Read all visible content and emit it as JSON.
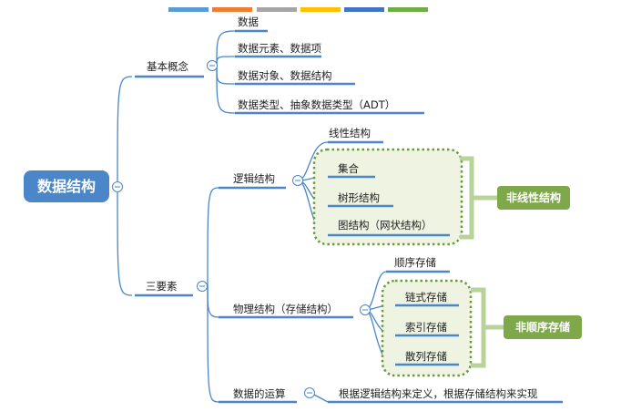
{
  "theme_colors": [
    "#5b9bd5",
    "#ed7d31",
    "#a5a5a5",
    "#ffc000",
    "#4472c4",
    "#70ad47"
  ],
  "accent_blue": "#4a86c8",
  "green": "#7fa84a",
  "root": {
    "label": "数据结构"
  },
  "basic": {
    "label": "基本概念",
    "children": [
      "数据",
      "数据元素、数据项",
      "数据对象、数据结构",
      "数据类型、抽象数据类型（ADT）"
    ]
  },
  "elements": {
    "label": "三要素",
    "logic": {
      "label": "逻辑结构",
      "linear": "线性结构",
      "nonlinear_items": [
        "集合",
        "树形结构",
        "图结构（网状结构）"
      ],
      "nonlinear_tag": "非线性结构"
    },
    "physical": {
      "label": "物理结构（存储结构）",
      "sequential": "顺序存储",
      "nonsequential_items": [
        "链式存储",
        "索引存储",
        "散列存储"
      ],
      "nonsequential_tag": "非顺序存储"
    },
    "operation": {
      "label": "数据的运算",
      "detail": "根据逻辑结构来定义，根据存储结构来实现"
    }
  }
}
